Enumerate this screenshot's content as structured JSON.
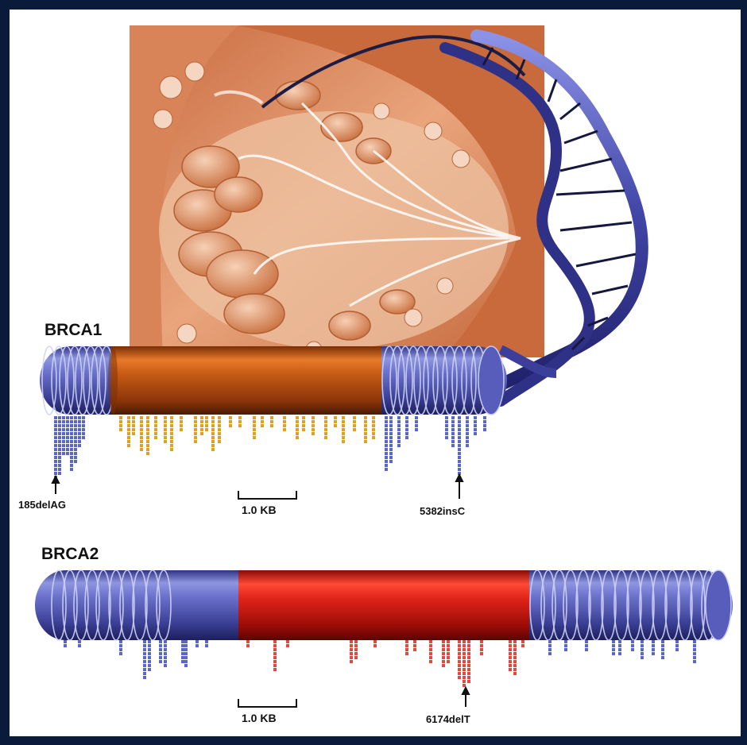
{
  "genes": [
    {
      "name": "BRCA1",
      "barrel_color": "#4a4ea6",
      "region_color": "#b9500f",
      "mutation_dot_color_barrel": "#5b67c8",
      "mutation_dot_color_region": "#e0a020"
    },
    {
      "name": "BRCA2",
      "barrel_color": "#4a4ea6",
      "region_color": "#d51d12",
      "mutation_dot_color_barrel": "#5b67c8",
      "mutation_dot_color_region": "#e04a40"
    }
  ],
  "mutations": {
    "brca1_left": "185delAG",
    "brca1_right": "5382insC",
    "brca2": "6174delT"
  },
  "scale_bars": {
    "brca1": "1.0 KB",
    "brca2": "1.0 KB"
  },
  "colors": {
    "frame": "#0a1a3a",
    "panel": "#ffffff",
    "tissue": "#d98a5f",
    "dna": "#3c3f9a"
  },
  "icons": [
    "breast-tissue-illustration",
    "dna-helix-icon",
    "arrow-up-icon"
  ]
}
